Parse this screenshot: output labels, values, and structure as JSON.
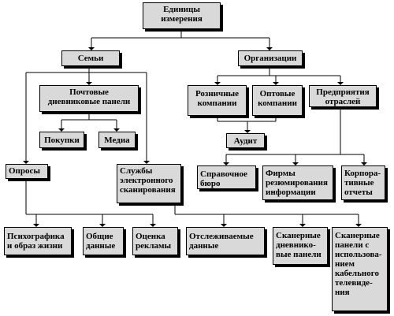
{
  "nodes": {
    "units": "Единицы\nизмерения",
    "families": "Семьи",
    "organizations": "Организации",
    "postal_panels": "Почтовые\nдневниковые панели",
    "purchases": "Покупки",
    "media": "Медиа",
    "surveys": "Опросы",
    "electronic_scanning": "Службы\nэлектронного\nсканирования",
    "retail": "Розничные\nкомпании",
    "wholesale": "Оптовые\nкомпании",
    "industry": "Предприятия\nотраслей",
    "audit": "Аудит",
    "reference": "Справочное\nбюро",
    "resume_firms": "Фирмы\nрезюмирования\nинформации",
    "corporate": "Корпора-\nтивные\nотчеты",
    "psychographics": "Психографика\nи образ жизни",
    "general_data": "Общие\nданные",
    "ad_evaluation": "Оценка\nрекламы",
    "tracked_data": "Отслеживаемые\nданные",
    "scanner_diary": "Сканерные\nдневнико-\nвые панели",
    "scanner_cable": "Сканерные\nпанели с\nиспользова-\nнием\nкабельного\nтелевиде-\nния"
  }
}
